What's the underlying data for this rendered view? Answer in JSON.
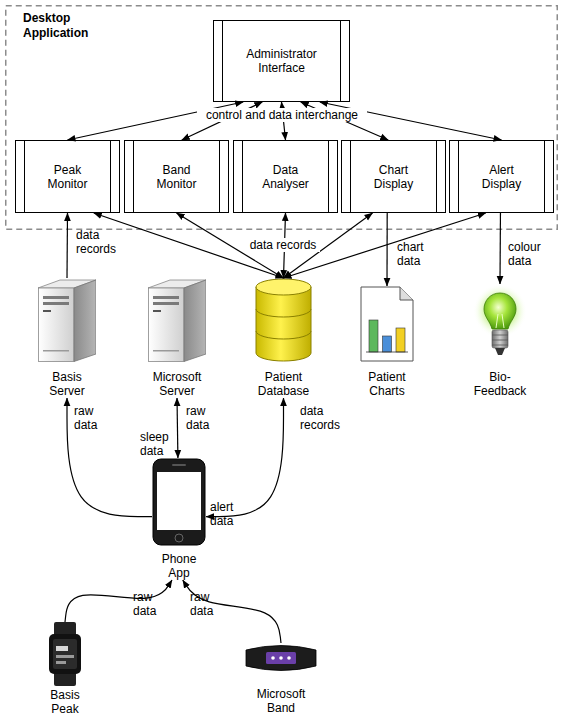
{
  "diagram": {
    "nodes": [
      {
        "text": [
          "Desktop Application"
        ]
      },
      {
        "text": [
          "Administrator Interface"
        ],
        "in": 0
      },
      {
        "text": [
          "Peak Monitor"
        ],
        "in": 0
      },
      {
        "text": [
          "Band Monitor"
        ],
        "in": 0
      },
      {
        "text": [
          "Data Analyser"
        ],
        "in": 0
      },
      {
        "text": [
          "Chart Display"
        ],
        "in": 0
      },
      {
        "text": [
          "Alert Display"
        ],
        "in": 0
      },
      {
        "text": [
          "Basis Server"
        ]
      },
      {
        "text": [
          "Microsoft Server"
        ]
      },
      {
        "text": [
          "Patient Database"
        ]
      },
      {
        "text": [
          "Patient Charts"
        ]
      },
      {
        "text": [
          "Bio- Feedback"
        ]
      },
      {
        "text": [
          "Phone App"
        ]
      },
      {
        "text": [
          "Basis Peak"
        ]
      },
      {
        "text": [
          "Microsoft Band"
        ]
      }
    ],
    "edges": [
      {
        "from": 1,
        "to": 2,
        "arrow": "both"
      },
      {
        "from": 1,
        "to": 3,
        "arrow": "both"
      },
      {
        "from": 1,
        "to": 4,
        "arrow": "both",
        "label": "control and data interchange"
      },
      {
        "from": 1,
        "to": 5,
        "arrow": "both"
      },
      {
        "from": 1,
        "to": 6,
        "arrow": "both"
      },
      {
        "from": 7,
        "to": 2,
        "arrow": "to",
        "label": "data records"
      },
      {
        "from": 9,
        "to": 2,
        "arrow": "both"
      },
      {
        "from": 9,
        "to": 3,
        "arrow": "both"
      },
      {
        "from": 9,
        "to": 4,
        "arrow": "both",
        "label": "data records"
      },
      {
        "from": 9,
        "to": 5,
        "arrow": "both"
      },
      {
        "from": 9,
        "to": 6,
        "arrow": "both"
      },
      {
        "from": 5,
        "to": 10,
        "arrow": "to",
        "label": "chart data"
      },
      {
        "from": 6,
        "to": 11,
        "arrow": "to",
        "label": "colour data"
      },
      {
        "from": 12,
        "to": 7,
        "arrow": "to",
        "label": "raw data"
      },
      {
        "from": 12,
        "to": 8,
        "arrow": "both",
        "label": "raw data"
      },
      {
        "from": 12,
        "to": 9,
        "arrow": "both",
        "label": "data records"
      },
      {
        "from": 13,
        "to": 12,
        "arrow": "to",
        "label": "raw data"
      },
      {
        "from": 14,
        "to": 12,
        "arrow": "to",
        "label": "raw data"
      }
    ],
    "labels": [
      "sleep data",
      "alert data"
    ]
  }
}
